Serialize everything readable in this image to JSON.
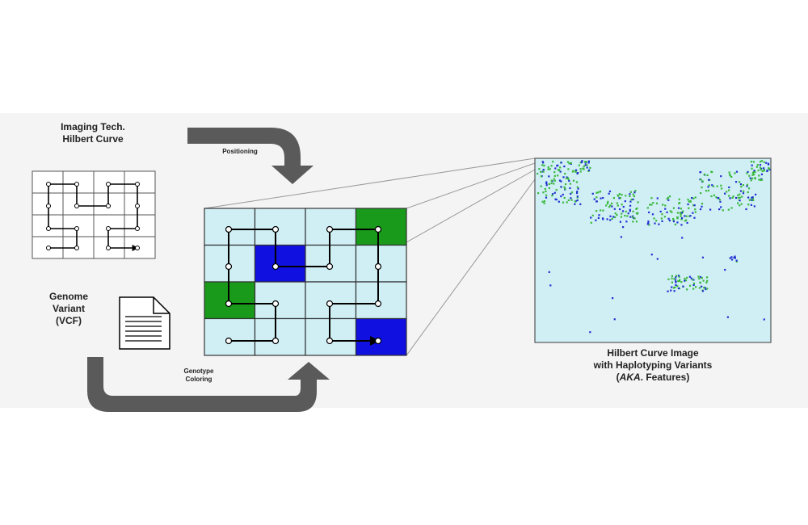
{
  "labels": {
    "imaging_line1": "Imaging Tech.",
    "imaging_line2": "Hilbert Curve",
    "positioning": "Positioning",
    "genome_line1": "Genome",
    "genome_line2": "Variant",
    "genome_line3": "(VCF)",
    "genotype_line1": "Genotype",
    "genotype_line2": "Coloring",
    "output_line1": "Hilbert Curve Image",
    "output_line2": "with Haplotyping Variants",
    "output_line3_em": "AKA",
    "output_line3_rest": ". Features)",
    "output_line3_open": "("
  },
  "colors": {
    "cell_light": "#cfeff5",
    "cell_green": "#1a9a1a",
    "cell_blue": "#1010e0",
    "arrow_gray": "#5a5a5a",
    "variant_green": "#3ab83a",
    "variant_blue": "#2030d0"
  },
  "grid_colors": [
    [
      "light",
      "light",
      "light",
      "green"
    ],
    [
      "light",
      "blue",
      "light",
      "light"
    ],
    [
      "green",
      "light",
      "light",
      "light"
    ],
    [
      "light",
      "light",
      "light",
      "blue"
    ]
  ]
}
